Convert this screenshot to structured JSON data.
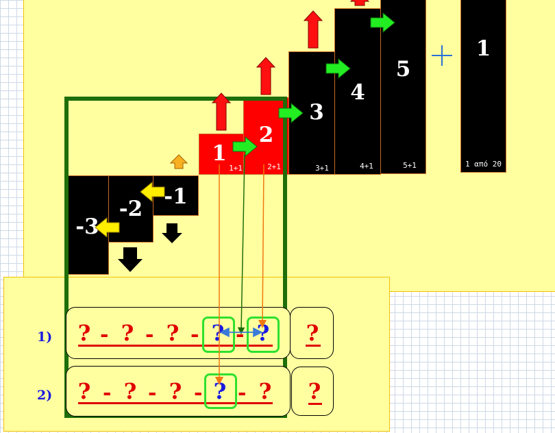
{
  "steps": [
    {
      "value": "-3",
      "sub": ""
    },
    {
      "value": "-2",
      "sub": ""
    },
    {
      "value": "-1",
      "sub": ""
    },
    {
      "value": "1",
      "sub": "1+1"
    },
    {
      "value": "2",
      "sub": "2+1"
    },
    {
      "value": "3",
      "sub": "3+1"
    },
    {
      "value": "4",
      "sub": "4+1"
    },
    {
      "value": "5",
      "sub": "5+1"
    }
  ],
  "counter": {
    "value": "1",
    "caption": "1 από 20"
  },
  "rows": [
    {
      "label": "1)",
      "cells": [
        "?",
        "?",
        "?",
        "?",
        "?"
      ],
      "minus": [
        "-",
        "-",
        "-",
        "-"
      ],
      "result": "?"
    },
    {
      "label": "2)",
      "cells": [
        "?",
        "?",
        "?",
        "?",
        "?"
      ],
      "minus": [
        "-",
        "-",
        "-",
        "-"
      ],
      "result": "?"
    }
  ],
  "colors": {
    "panel": "#ffffa0",
    "frame": "#1e6e0a",
    "red": "#e00000",
    "blue": "#1a1ae0",
    "highlight": "#2ee02e"
  },
  "icons": [
    "red-up-arrow-icon",
    "green-right-arrow-icon",
    "yellow-left-arrow-icon",
    "black-down-arrow-icon",
    "orange-up-arrow-icon",
    "crosshair-icon"
  ]
}
